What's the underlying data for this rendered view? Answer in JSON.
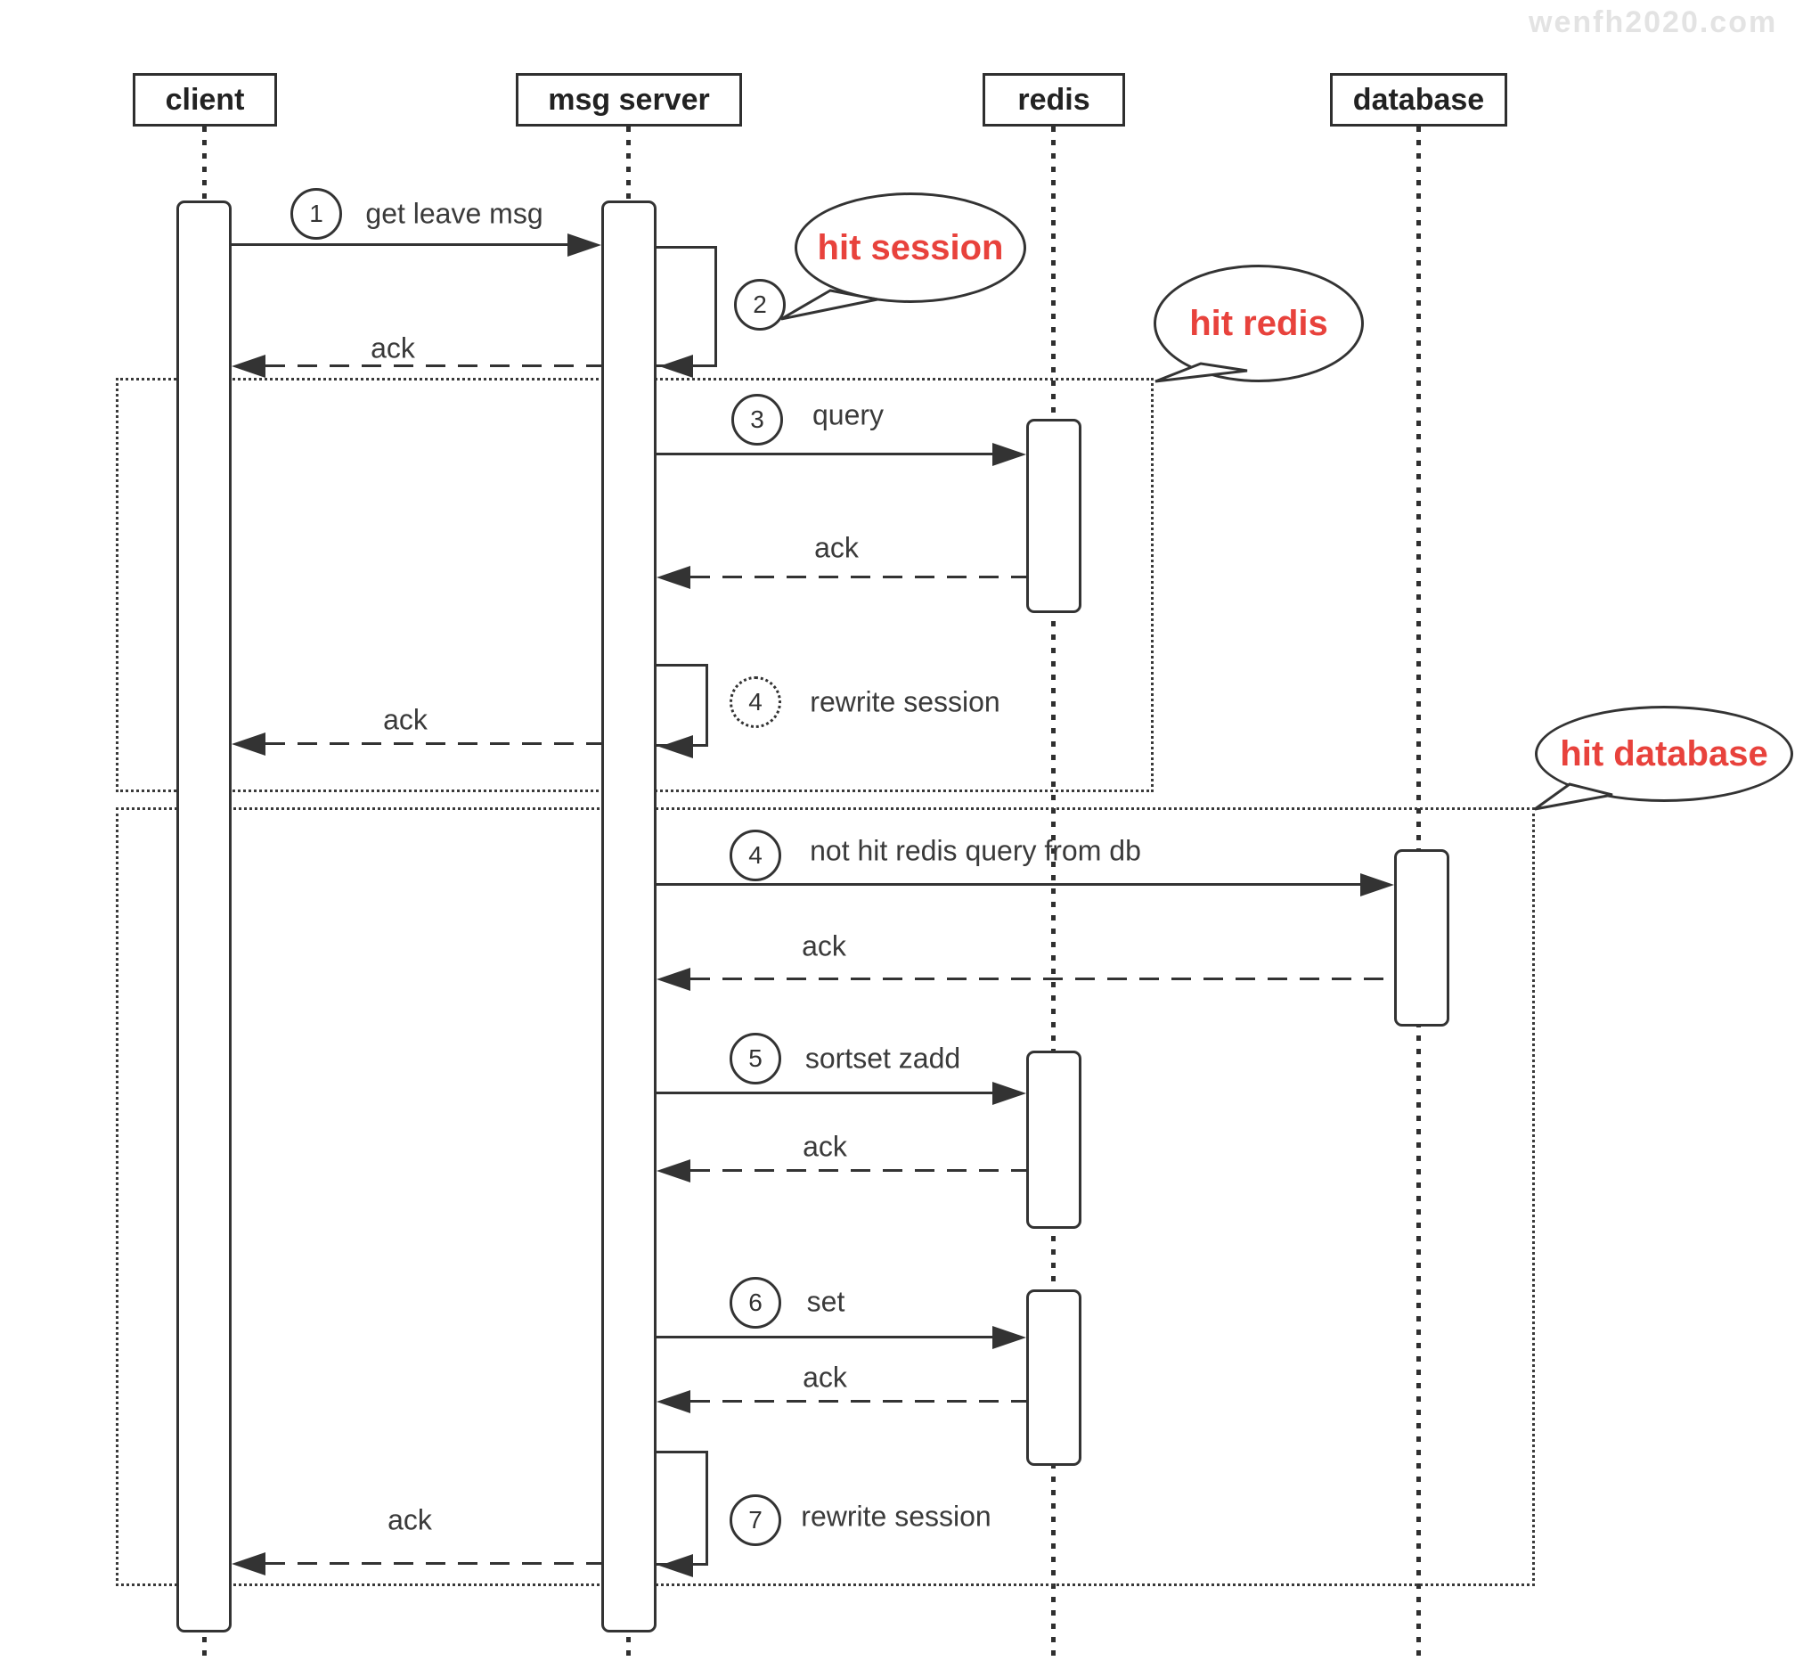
{
  "watermark": "wenfh2020.com",
  "actors": {
    "client": "client",
    "msg_server": "msg server",
    "redis": "redis",
    "database": "database"
  },
  "labels": {
    "ack": "ack"
  },
  "messages": {
    "m1": {
      "num": "1",
      "label": "get leave msg"
    },
    "m2": {
      "num": "2"
    },
    "m3": {
      "num": "3",
      "label": "query"
    },
    "m4_session": {
      "num": "4",
      "label": "rewrite session"
    },
    "m4_db": {
      "num": "4",
      "label": "not hit redis query from db"
    },
    "m5": {
      "num": "5",
      "label": "sortset zadd"
    },
    "m6": {
      "num": "6",
      "label": "set"
    },
    "m7": {
      "num": "7",
      "label": "rewrite session"
    }
  },
  "bubbles": {
    "hit_session": "hit session",
    "hit_redis": "hit redis",
    "hit_database": "hit database"
  },
  "colors": {
    "line": "#333333",
    "accent_red": "#e8423c",
    "watermark": "#e3e3e3"
  }
}
